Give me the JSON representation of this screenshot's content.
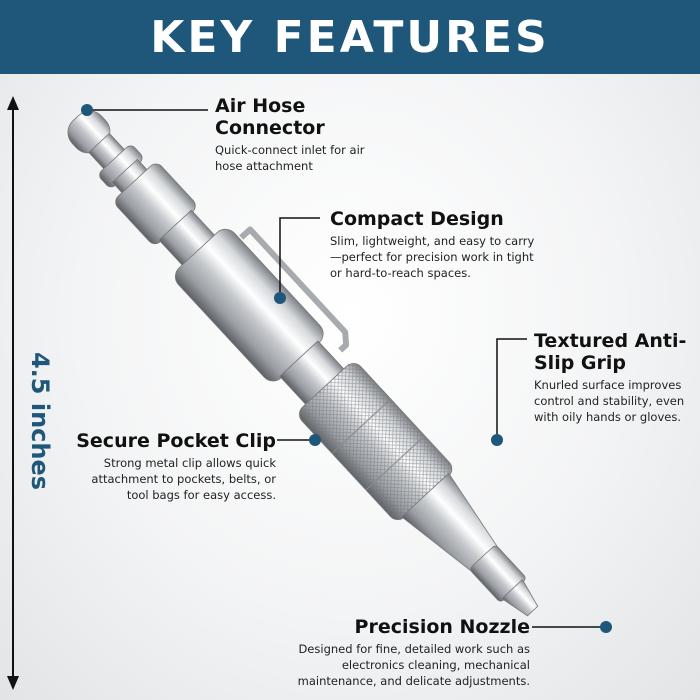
{
  "banner": {
    "title": "KEY FEATURES"
  },
  "dimension": {
    "label": "4.5 inches"
  },
  "features": {
    "air_hose": {
      "title": "Air Hose Connector",
      "desc": "Quick-connect inlet for air hose attachment"
    },
    "compact": {
      "title": "Compact Design",
      "desc": "Slim, lightweight, and easy to carry—perfect for precision work in tight or hard-to-reach spaces."
    },
    "grip": {
      "title": "Textured Anti-Slip Grip",
      "desc": "Knurled surface improves control and stability, even with oily hands or gloves."
    },
    "clip": {
      "title": "Secure Pocket Clip",
      "desc": "Strong metal clip allows quick attachment to pockets, belts, or tool bags for easy access."
    },
    "nozzle": {
      "title": "Precision Nozzle",
      "desc": "Designed for fine, detailed work such as electronics cleaning, mechanical maintenance, and delicate adjustments."
    }
  },
  "colors": {
    "accent": "#1e5779",
    "text": "#111111"
  }
}
